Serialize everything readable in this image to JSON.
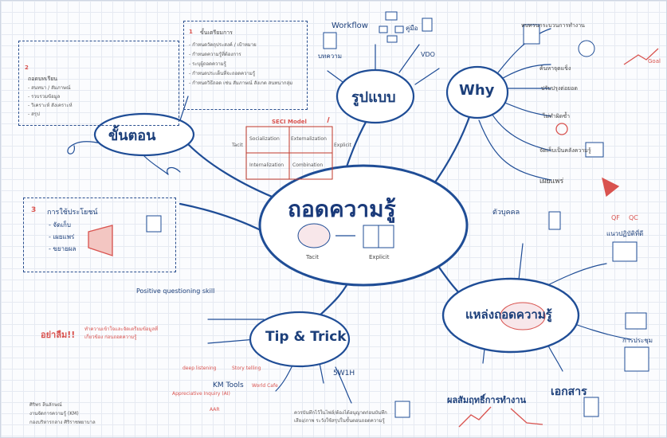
{
  "center": {
    "title": "ถอดความรู้",
    "tacit": "Tacit",
    "explicit": "Explicit",
    "tacit_small": "Tacit"
  },
  "nodes": {
    "steps": "ขั้นตอน",
    "format": "รูปแบบ",
    "why": "Why",
    "sources": "แหล่งถอดความรู้",
    "tips": "Tip & Trick"
  },
  "format_items": {
    "workflow": "Workflow",
    "manual": "คู่มือ",
    "article": "บทความ",
    "vdo": "VDO"
  },
  "why_items": [
    "ทบทวนกระบวนการทำงาน",
    "ค้นหาจุดแข็ง",
    "ปรับปรุงต่อยอด",
    "ไม่ทำผิดซ้ำ",
    "จัดเก็บเป็นคลังความรู้",
    "เผยแพร่"
  ],
  "why_goal": "Goal",
  "step1": {
    "num": "1",
    "title": "ขั้นเตรียมการ",
    "items": [
      "- กำหนดวัตถุประสงค์ / เป้าหมาย",
      "- กำหนดความรู้ที่ต้องการ",
      "- ระบุผู้ถอดความรู้",
      "- กำหนดประเด็นที่จะถอดความรู้",
      "- กำหนดวิธีถอด เช่น สัมภาษณ์ สังเกต สนทนากลุ่ม"
    ]
  },
  "step2": {
    "num": "2",
    "title": "ถอดบทเรียน",
    "items": [
      "- สนทนา / สัมภาษณ์",
      "- รวบรวมข้อมูล",
      "- วิเคราะห์ สังเคราะห์",
      "- สรุป"
    ]
  },
  "step3": {
    "num": "3",
    "title": "การใช้ประโยชน์",
    "items": [
      "- จัดเก็บ",
      "- เผยแพร่",
      "- ขยายผล"
    ]
  },
  "seci": {
    "title": "SECI Model",
    "socialization": "Socialization",
    "externalization": "Externalization",
    "internalization": "Internalization",
    "combination": "Combination",
    "tacit": "Tacit",
    "explicit": "Explicit"
  },
  "sources_items": {
    "person": "ตัวบุคคล",
    "best": "แนวปฏิบัติที่ดี",
    "meeting": "การประชุม",
    "docs": "เอกสาร",
    "results": "ผลสัมฤทธิ์การทำงาน",
    "qc": "QC",
    "qf": "QF"
  },
  "tips_items": {
    "pqs": "Positive questioning skill",
    "dont": "อย่าลืม!!",
    "dont_text": "ทำความเข้าใจและจัดเตรียมข้อมูลที่เกี่ยวข้อง ก่อนถอดความรู้",
    "fivew": "5W1H",
    "km": "KM Tools",
    "note": "ควรบันทึกไว้ในไฟล์/ต้องได้อนุญาตก่อนบันทึกเสียง/ภาพ ระวังใช้สรุปในขั้นตอนถอดความรู้",
    "deep": "deep listening",
    "story": "Story telling",
    "ai": "Appreciative Inquiry (AI)",
    "aar": "AAR",
    "wc": "World Cafe"
  },
  "credit": [
    "ศิริพร ลีนลักษณ์",
    "งานจัดการความรู้ (KM)",
    "กองบริหารกลาง ศิริราชพยาบาล"
  ]
}
